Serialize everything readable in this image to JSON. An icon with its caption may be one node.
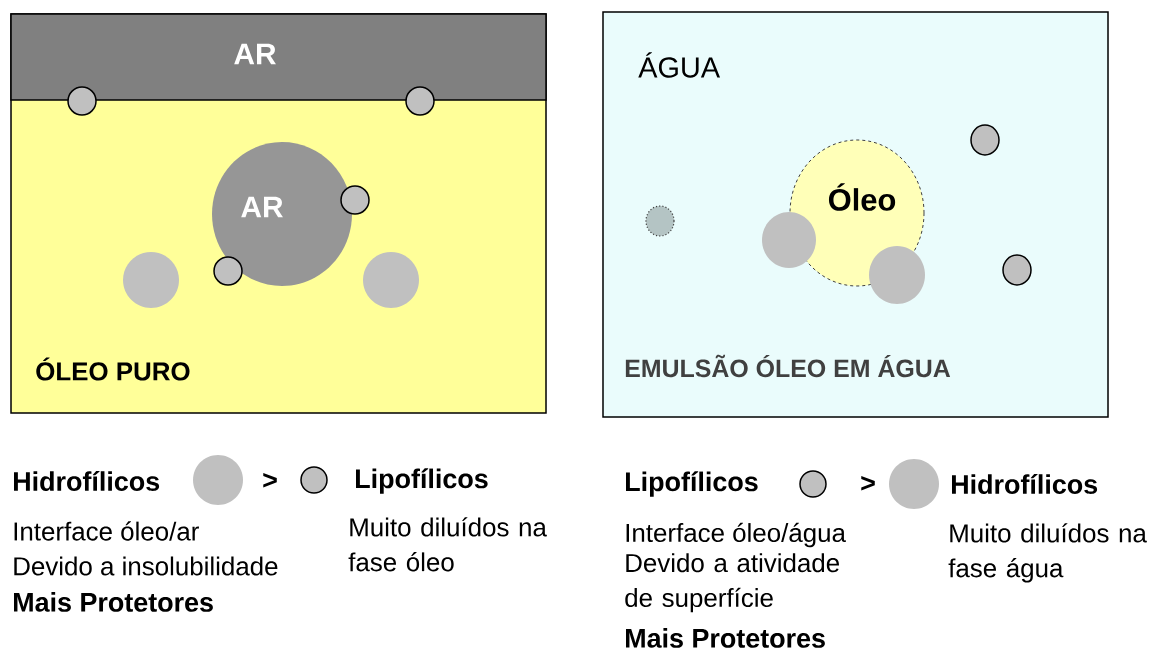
{
  "diagram": {
    "nodes": [
      {
        "text": [
          "ÓLEO PURO"
        ]
      },
      {
        "text": [
          "AR"
        ],
        "in": 0
      },
      {
        "text": [
          "AR"
        ],
        "in": 0
      },
      {
        "text": [],
        "shape": "circle",
        "in": 0
      },
      {
        "text": [],
        "shape": "circle",
        "in": 0
      },
      {
        "text": [],
        "shape": "circle",
        "in": 0
      },
      {
        "text": [],
        "shape": "circle",
        "in": 0
      },
      {
        "text": [],
        "shape": "circle",
        "in": 0
      },
      {
        "text": [],
        "shape": "circle",
        "in": 0
      },
      {
        "text": [
          "ÁGUA",
          "EMULSÃO ÓLEO EM ÁGUA"
        ]
      },
      {
        "text": [
          "Óleo"
        ],
        "in": 9
      },
      {
        "text": [],
        "shape": "circle",
        "in": 9
      },
      {
        "text": [],
        "shape": "circle",
        "in": 9
      },
      {
        "text": [],
        "shape": "circle",
        "in": 9
      },
      {
        "text": [],
        "shape": "circle",
        "in": 9
      },
      {
        "text": [],
        "shape": "circle",
        "in": 9
      },
      {
        "text": [],
        "shape": "circle"
      },
      {
        "text": [],
        "shape": "circle"
      },
      {
        "text": [],
        "shape": "circle"
      },
      {
        "text": [],
        "shape": "circle"
      }
    ],
    "labels": [
      "Hidrofílicos",
      ">",
      "Lipofílicos",
      "Interface óleo/ar",
      "Devido a insolubilidade",
      "Mais Protetores",
      "Muito diluídos na fase óleo",
      "Lipofílicos",
      ">",
      "Hidrofílicos",
      "Interface óleo/água",
      "Devido a atividade de superfície",
      "Mais Protetores",
      "Muito diluídos na fase água"
    ]
  }
}
